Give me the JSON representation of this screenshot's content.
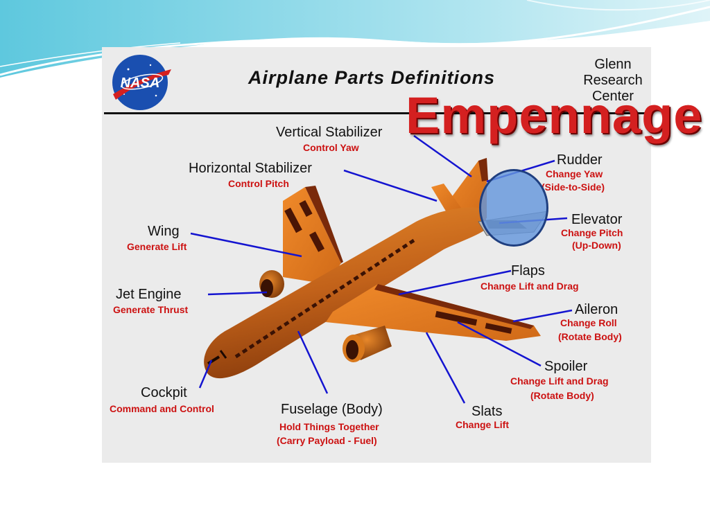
{
  "slide": {
    "overlay_title": "Empennage"
  },
  "figure": {
    "title": "Airplane Parts Definitions",
    "logo_text": "NASA",
    "center_lines": [
      "Glenn",
      "Research",
      "Center"
    ]
  },
  "parts": {
    "vertical_stabilizer": {
      "name": "Vertical Stabilizer",
      "desc": "Control Yaw"
    },
    "horizontal_stabilizer": {
      "name": "Horizontal Stabilizer",
      "desc": "Control Pitch"
    },
    "wing": {
      "name": "Wing",
      "desc": "Generate Lift"
    },
    "jet_engine": {
      "name": "Jet Engine",
      "desc": "Generate Thrust"
    },
    "cockpit": {
      "name": "Cockpit",
      "desc": "Command and Control"
    },
    "fuselage": {
      "name": "Fuselage (Body)",
      "desc1": "Hold Things Together",
      "desc2": "(Carry Payload - Fuel)"
    },
    "slats": {
      "name": "Slats",
      "desc": "Change Lift"
    },
    "spoiler": {
      "name": "Spoiler",
      "desc1": "Change Lift and Drag",
      "desc2": "(Rotate Body)"
    },
    "aileron": {
      "name": "Aileron",
      "desc1": "Change Roll",
      "desc2": "(Rotate Body)"
    },
    "flaps": {
      "name": "Flaps",
      "desc": "Change Lift and Drag"
    },
    "elevator": {
      "name": "Elevator",
      "desc1": "Change Pitch",
      "desc2": "(Up-Down)"
    },
    "rudder": {
      "name": "Rudder",
      "desc1": "Change Yaw",
      "desc2": "(Side-to-Side)"
    }
  },
  "colors": {
    "airplane_body": "#d8781c",
    "leader_lines": "#1414d0",
    "description_text": "#cc1111",
    "overlay_title": "#d42020",
    "highlight_circle": "#6496dc"
  }
}
